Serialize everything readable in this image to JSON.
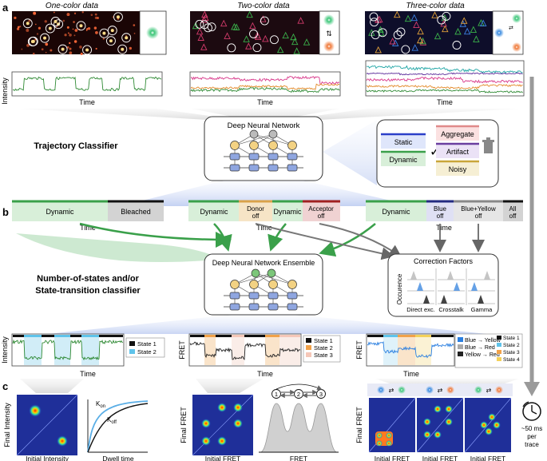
{
  "panels": {
    "a": "a",
    "b": "b",
    "c": "c"
  },
  "top": {
    "one_color": "One-color data",
    "two_color": "Two-color data",
    "three_color": "Three-color data",
    "intensity": "Intensity",
    "time": "Time"
  },
  "classifier": {
    "trajectory_label": "Trajectory Classifier",
    "dnn_title": "Deep Neural Network",
    "static": "Static",
    "dynamic": "Dynamic",
    "aggregate": "Aggregate",
    "artifact": "Artifact",
    "noisy": "Noisy"
  },
  "bars": {
    "bar1": [
      "Dynamic",
      "Bleached"
    ],
    "bar2": [
      "Dynamic",
      "Donor off",
      "Dynamic",
      "Acceptor off"
    ],
    "bar3": [
      "Dynamic",
      "Blue off",
      "Blue+Yellow off",
      "All off"
    ],
    "time": "Time"
  },
  "ensemble": {
    "title": "Deep Neural Network Ensemble",
    "side_label": "Number-of-states and/or State-transition classifier",
    "side_line1": "Number-of-states and/or",
    "side_line2": "State-transition classifier"
  },
  "correction": {
    "title": "Correction Factors",
    "ylabel": "Occurence",
    "labels": [
      "Direct exc.",
      "Crosstalk",
      "Gamma"
    ]
  },
  "state_traces": {
    "legend1": [
      "State 1",
      "State 2"
    ],
    "legend2": [
      "State 1",
      "State 2",
      "State 3"
    ],
    "legend3_pairs": [
      "Blue → Yellow",
      "Blue → Red",
      "Yellow → Red"
    ],
    "legend3_states": [
      "State 1",
      "State 2",
      "State 3",
      "State 4"
    ],
    "y1": "Intensity",
    "y2": "FRET",
    "y3": "FRET",
    "time": "Time"
  },
  "bottom": {
    "final_intensity": "Final Intensity",
    "initial_intensity": "Initial Intensity",
    "kon": "K",
    "kon_sub": "on",
    "koff": "K",
    "koff_sub": "off",
    "dwell_time": "Dwell time",
    "final_fret": "Final FRET",
    "initial_fret": "Initial FRET",
    "fret": "FRET",
    "states": [
      "1",
      "2",
      "3"
    ],
    "timing_line1": "~50 ms",
    "timing_line2": "per",
    "timing_line3": "trace"
  },
  "colors": {
    "green": "#3aa04a",
    "lightgreen": "#d8efd9",
    "gray": "#c9c9c9",
    "blue": "#2b5fd9",
    "orange": "#e39a4a",
    "node_yellow": "#f3d283",
    "node_green": "#7cc67a",
    "node_blue": "#8fa6e0",
    "arrow_gray": "#999999"
  }
}
